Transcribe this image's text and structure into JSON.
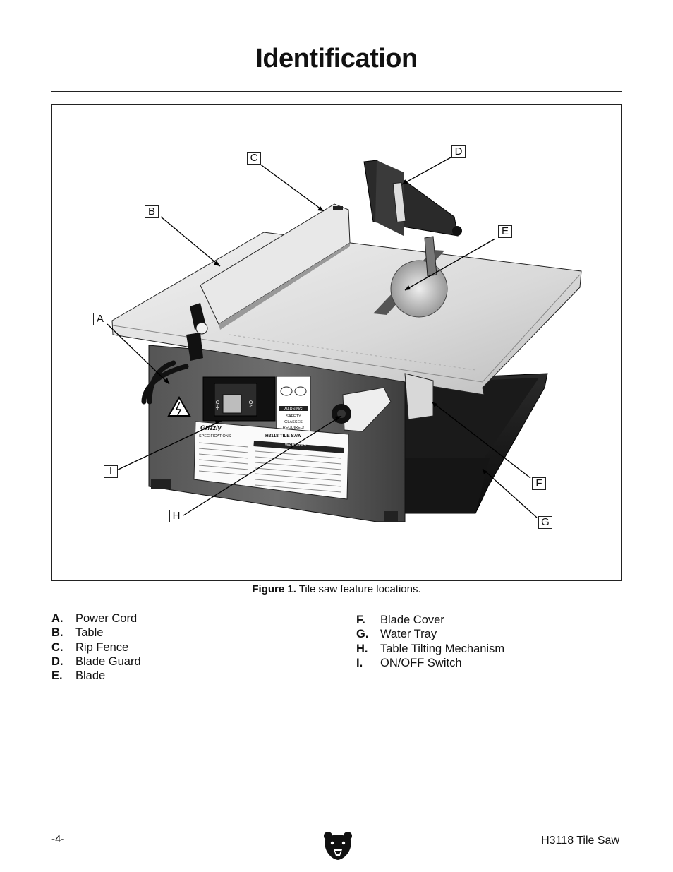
{
  "page": {
    "title": "Identification"
  },
  "figure": {
    "callouts": [
      "A",
      "B",
      "C",
      "D",
      "E",
      "F",
      "G",
      "H",
      "I"
    ],
    "caption_label": "Figure 1.",
    "caption_text": "Tile saw feature locations.",
    "device_labels": {
      "brand": "Grizzly",
      "spec_heading": "SPECIFICATIONS",
      "model_label": "H3118 TILE SAW",
      "warning": "WARNING!",
      "safety_1": "SAFETY",
      "safety_2": "GLASSES",
      "safety_3": "REQUIRED!",
      "switch_off": "OFF",
      "switch_on": "ON"
    }
  },
  "parts_left": [
    {
      "letter": "A.",
      "name": "Power Cord"
    },
    {
      "letter": "B.",
      "name": "Table"
    },
    {
      "letter": "C.",
      "name": "Rip Fence"
    },
    {
      "letter": "D.",
      "name": "Blade Guard"
    },
    {
      "letter": "E.",
      "name": "Blade"
    }
  ],
  "parts_right": [
    {
      "letter": "F.",
      "name": "Blade Cover"
    },
    {
      "letter": "G.",
      "name": "Water Tray"
    },
    {
      "letter": "H.",
      "name": "Table Tilting Mechanism"
    },
    {
      "letter": "I.",
      "name": "ON/OFF Switch"
    }
  ],
  "footer": {
    "page_number": "-4-",
    "model": "H3118 Tile Saw",
    "logo_icon": "grizzly-bear-head-icon"
  }
}
